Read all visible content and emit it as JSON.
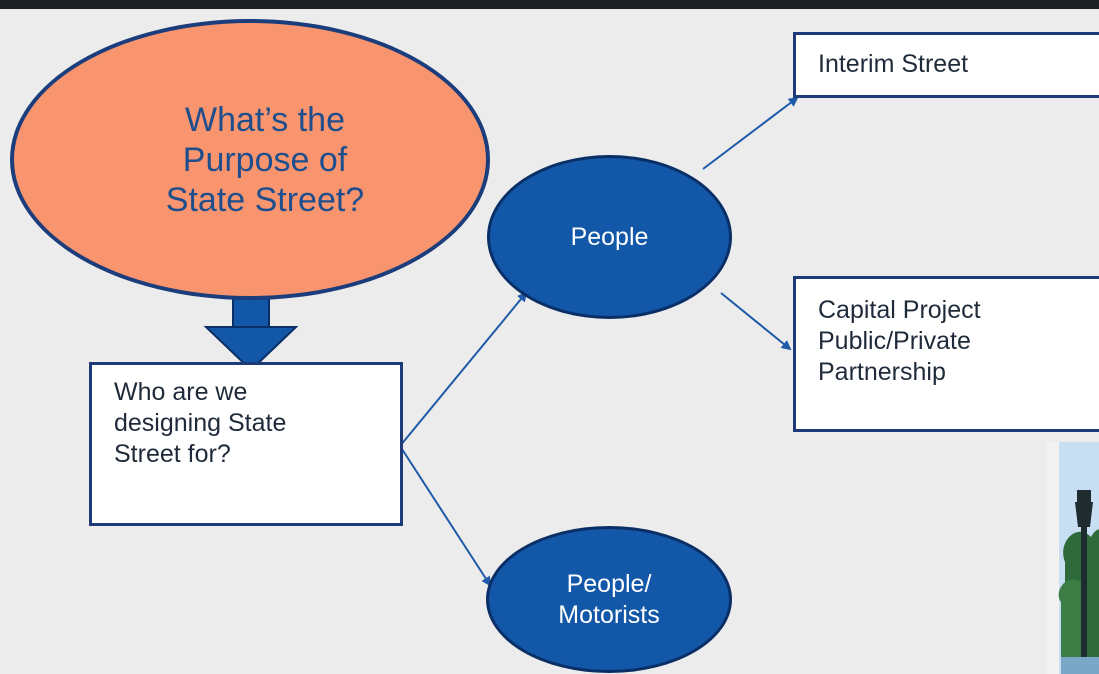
{
  "diagram": {
    "main_question": "What’s the\nPurpose of\nState Street?",
    "question_box": "Who are we\ndesigning State\nStreet for?",
    "ellipse_people": "People",
    "ellipse_people_motorists": "People/\nMotorists",
    "box_interim": "Interim Street",
    "box_capital": "Capital Project\nPublic/Private\nPartnership"
  },
  "colors": {
    "main_fill": "#f8956f",
    "main_text": "#1f4e8c",
    "ellipse_fill": "#1257a8",
    "arrow": "#1e5aa8",
    "box_border": "#1e3a78"
  }
}
